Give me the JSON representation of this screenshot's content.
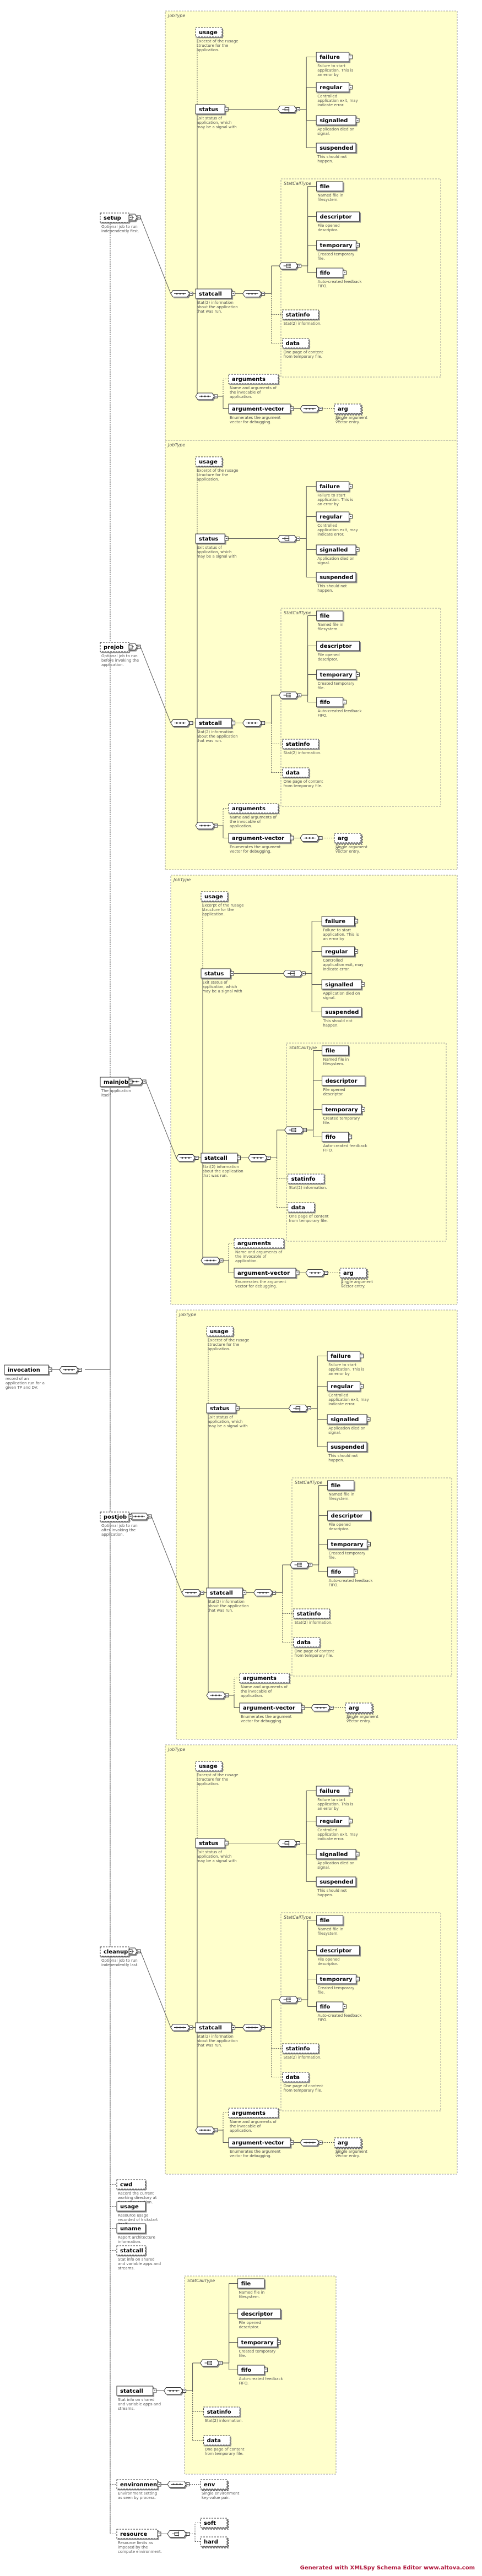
{
  "root": {
    "name": "invocation",
    "doc": "record of an application run for a given TP and DV."
  },
  "job_type_label": "JobType",
  "statcall_type_label": "StatCallType",
  "job_sections": [
    {
      "name": "setup",
      "doc": "Optional job to run independently first."
    },
    {
      "name": "prejob",
      "doc": "Optional job to run before invoking the application."
    },
    {
      "name": "mainjob",
      "doc": "The application itself."
    },
    {
      "name": "postjob",
      "doc": "Optional job to run after invoking the application."
    },
    {
      "name": "cleanup",
      "doc": "Optional job to run independently last."
    }
  ],
  "job_children": {
    "usage": {
      "name": "usage",
      "doc": "Excerpt of the rusage structure for the application."
    },
    "status": {
      "name": "status",
      "doc": "Exit status of application, which may be a signal with core dump."
    },
    "statcall": {
      "name": "statcall",
      "doc": "Stat(2) information about the application that was run."
    },
    "arguments": {
      "name": "arguments",
      "doc": "Name and arguments of the invocable of application."
    },
    "argument_vector": {
      "name": "argument-vector",
      "doc": "Enumerates the argument vector for debugging."
    }
  },
  "status_choices": [
    {
      "name": "failure",
      "doc": "Failure to start application. This is an error by gridstart."
    },
    {
      "name": "regular",
      "doc": "Controlled application exit, may indicate error."
    },
    {
      "name": "signalled",
      "doc": "Application died on signal."
    },
    {
      "name": "suspended",
      "doc": "This should not happen."
    }
  ],
  "file_choices": [
    {
      "name": "file",
      "doc": "Named file in filesystem."
    },
    {
      "name": "descriptor",
      "doc": "File opened descriptor."
    },
    {
      "name": "temporary",
      "doc": "Created temporary file."
    },
    {
      "name": "fifo",
      "doc": "Auto-created feedback FIFO."
    }
  ],
  "statinfo": {
    "name": "statinfo",
    "doc": "Stat(2) information."
  },
  "data": {
    "name": "data",
    "doc": "One page of content from temporary file."
  },
  "arg": {
    "name": "arg",
    "doc": "Single argument vector entry."
  },
  "arg_cardinality": "0..∞",
  "top_children": [
    {
      "name": "cwd",
      "doc": "Record the current working directory at time of execution."
    },
    {
      "name": "usage",
      "doc": "Resource usage recorded of kickstart itself."
    },
    {
      "name": "uname",
      "doc": "Report architecture information."
    },
    {
      "name": "statcall",
      "doc": "Stat info on shared and variable apps and streams."
    }
  ],
  "environment": {
    "name": "environment",
    "doc": "Environment setting as seen by process."
  },
  "env": {
    "name": "env",
    "doc": "Single environment key-value pair."
  },
  "resource": {
    "name": "resource",
    "doc": "Resource limits as imposed by the compute environment."
  },
  "soft": {
    "name": "soft"
  },
  "hard": {
    "name": "hard"
  },
  "footer": "Generated with XMLSpy Schema Editor   www.altova.com"
}
